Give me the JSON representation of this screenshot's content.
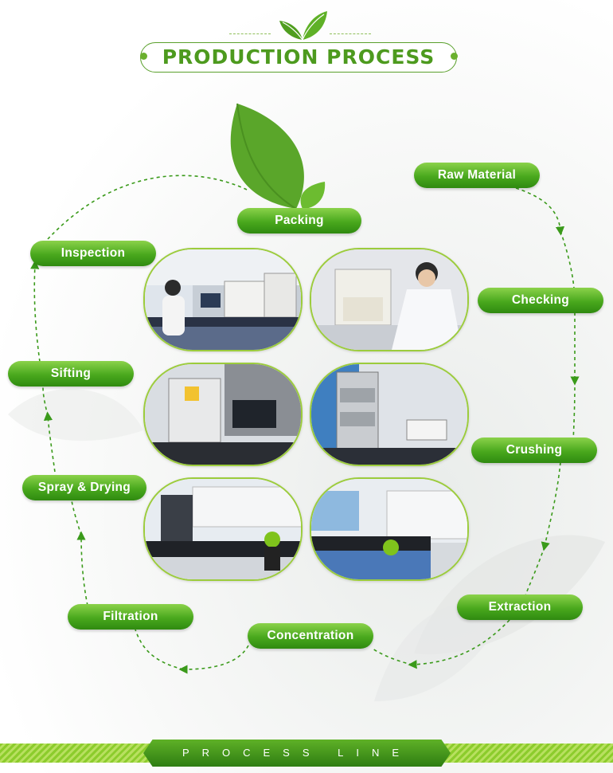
{
  "header": {
    "title": "PRODUCTION PROCESS"
  },
  "steps": {
    "raw_material": "Raw Material",
    "checking": "Checking",
    "crushing": "Crushing",
    "extraction": "Extraction",
    "concentration": "Concentration",
    "filtration": "Filtration",
    "spray_drying": "Spray & Drying",
    "sifting": "Sifting",
    "inspection": "Inspection",
    "packing": "Packing"
  },
  "footer": {
    "text": "PROCESS LINE"
  },
  "colors": {
    "accent": "#4d9a1e",
    "pill_light": "#8bd24a",
    "pill_dark": "#2f8a10",
    "flow_line": "#3a9a1a"
  }
}
